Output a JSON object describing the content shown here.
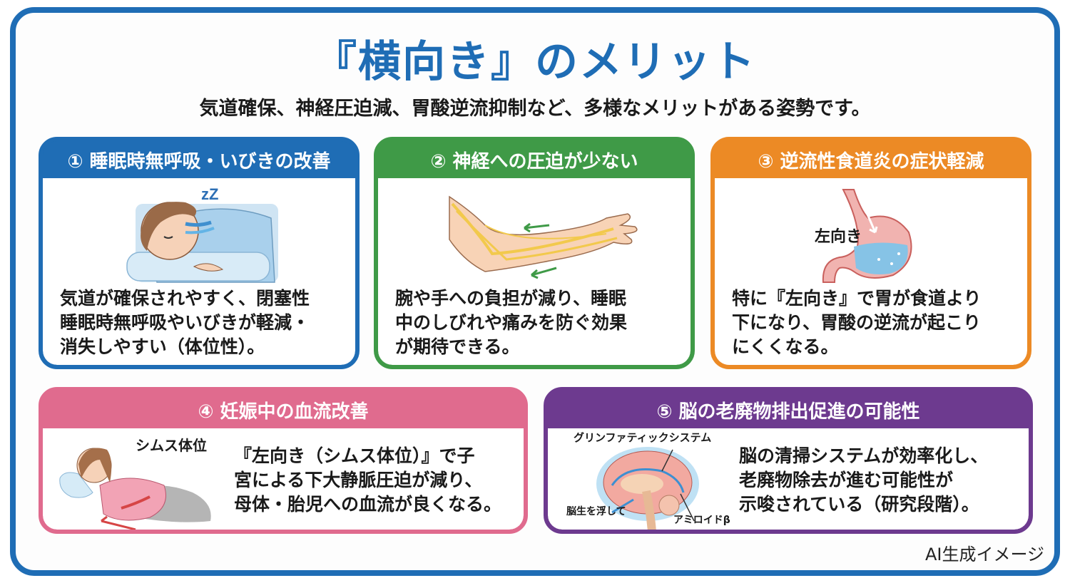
{
  "header": {
    "title": "『横向き』のメリット",
    "subtitle": "気道確保、神経圧迫減、胃酸逆流抑制など、多様なメリットがある姿勢です。"
  },
  "colors": {
    "frame": "#1f6db5",
    "card1": "#1f6db5",
    "card2": "#3f9a47",
    "card3": "#ec8a25",
    "card4": "#e06b8e",
    "card5": "#6d3a8f"
  },
  "cards": [
    {
      "number": "①",
      "title": "① 睡眠時無呼吸・いびきの改善",
      "illustration": "sleeping-person-icon",
      "lines": [
        "気道が確保されやすく、閉塞性",
        "睡眠時無呼吸やいびきが軽減・",
        "消失しやすい（体位性）。"
      ]
    },
    {
      "number": "②",
      "title": "② 神経への圧迫が少ない",
      "illustration": "arm-nerves-icon",
      "lines": [
        "腕や手への負担が減り、睡眠",
        "中のしびれや痛みを防ぐ効果",
        "が期待できる。"
      ]
    },
    {
      "number": "③",
      "title": "③ 逆流性食道炎の症状軽減",
      "illustration": "stomach-icon",
      "illustration_label": "左向き",
      "lines": [
        "特に『左向き』で胃が食道より",
        "下になり、胃酸の逆流が起こり",
        "にくくなる。"
      ]
    },
    {
      "number": "④",
      "title": "④ 妊娠中の血流改善",
      "illustration": "pregnant-woman-icon",
      "illustration_label": "シムス体位",
      "lines": [
        "『左向き（シムス体位）』で子",
        "宮による下大静脈圧迫が減り、",
        "母体・胎児への血流が良くなる。"
      ]
    },
    {
      "number": "⑤",
      "title": "⑤ 脳の老廃物排出促進の可能性",
      "illustration": "brain-icon",
      "illustration_labels": {
        "top": "グリンファティックシステム",
        "bottom_left": "脳生を浮して",
        "bottom_right": "アミロイドβ"
      },
      "lines": [
        "脳の清掃システムが効率化し、",
        "老廃物除去が進む可能性が",
        "示唆されている（研究段階）。"
      ]
    }
  ],
  "footer": {
    "note": "AI生成イメージ"
  }
}
